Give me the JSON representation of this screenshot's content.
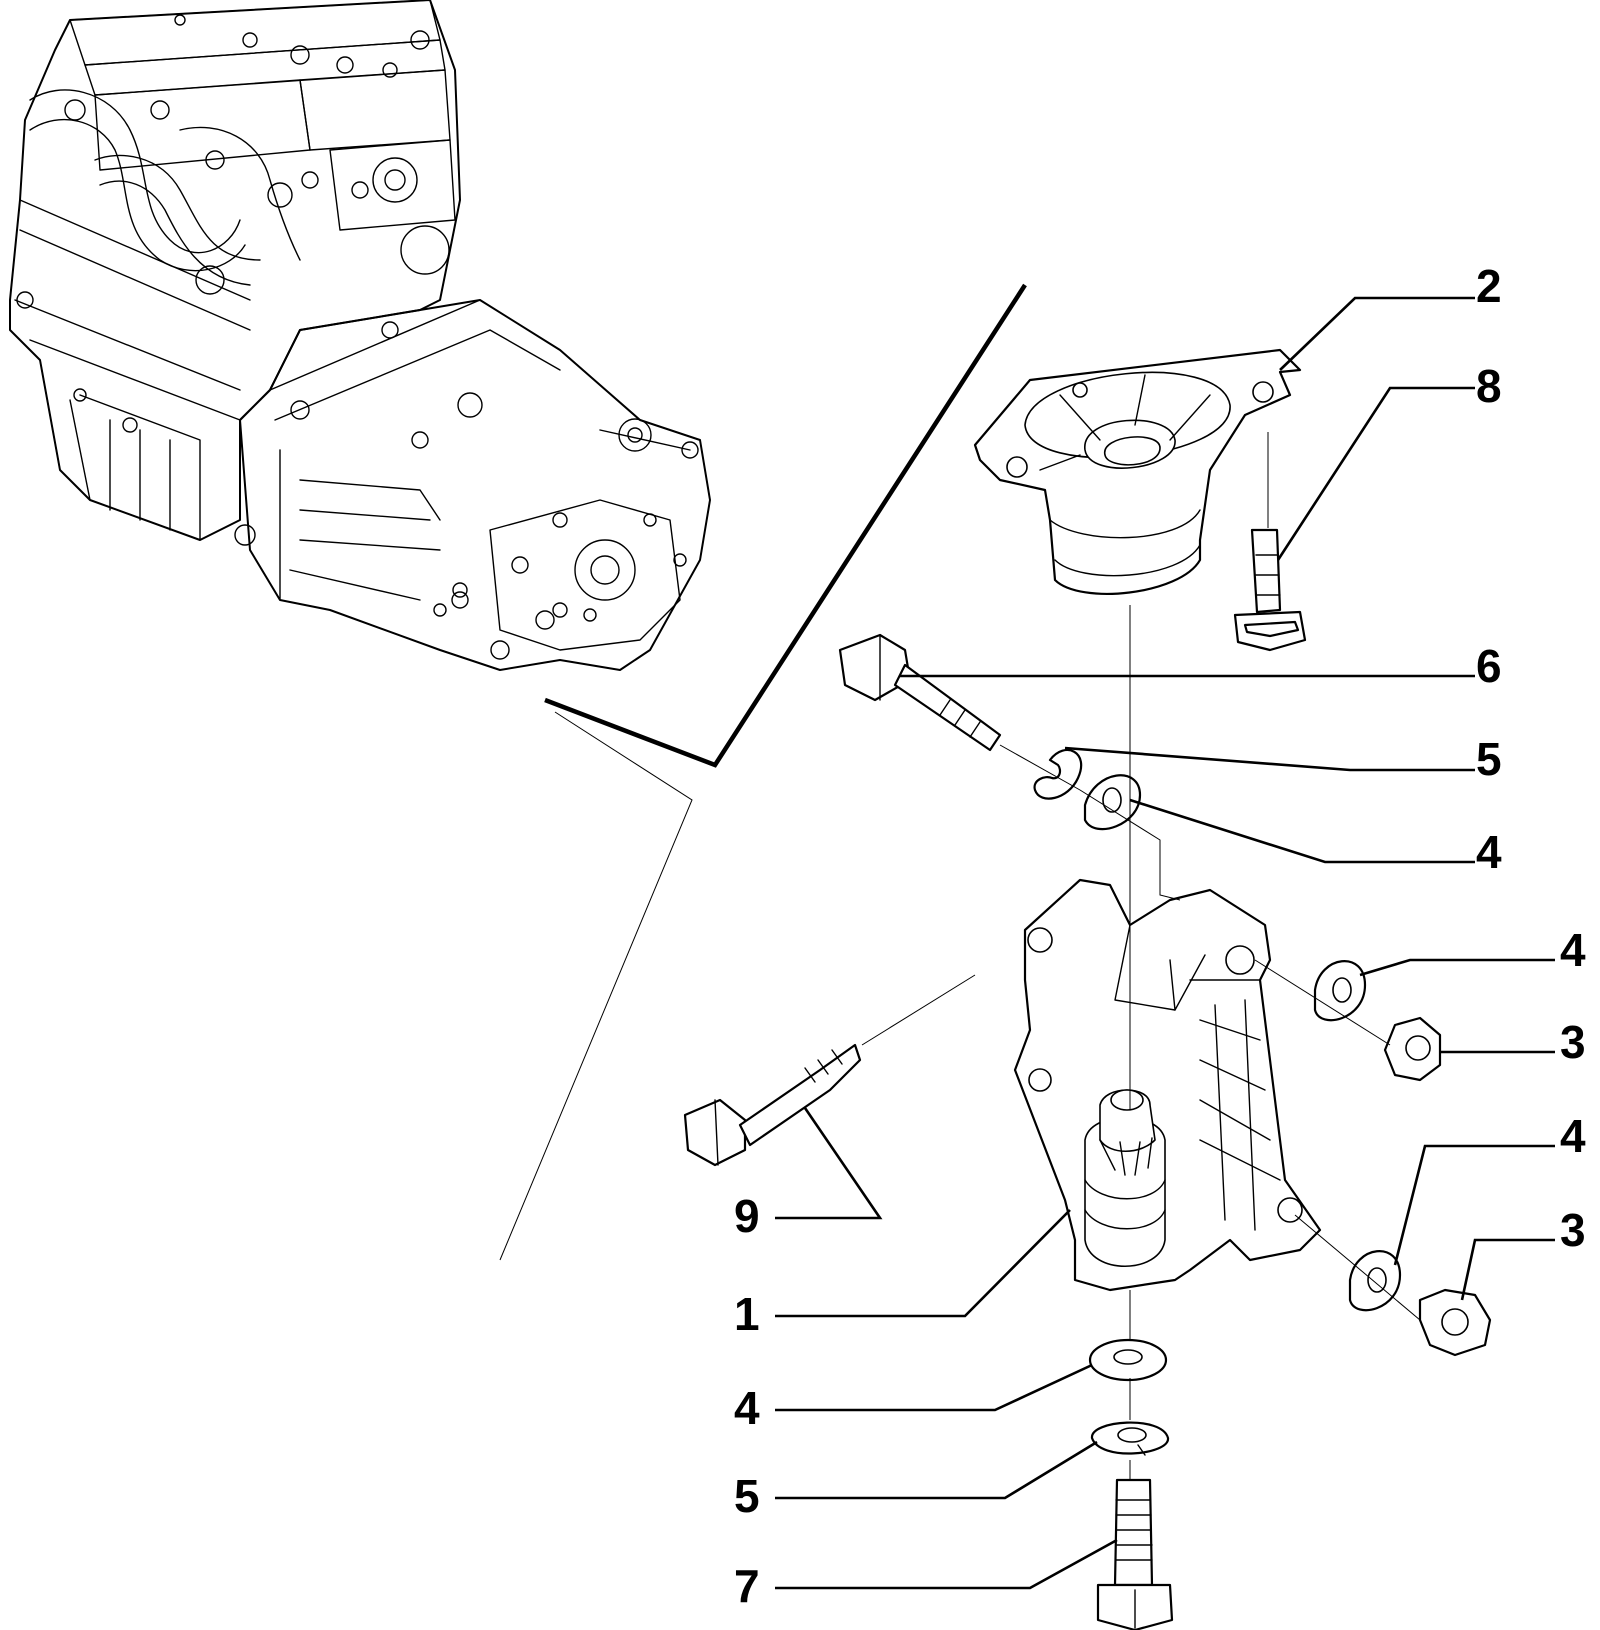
{
  "callouts": {
    "c2": "2",
    "c8": "8",
    "c6": "6",
    "c5a": "5",
    "c4a": "4",
    "c4b": "4",
    "c3a": "3",
    "c4c": "4",
    "c3b": "3",
    "c9": "9",
    "c1": "1",
    "c4d": "4",
    "c5b": "5",
    "c7": "7"
  }
}
